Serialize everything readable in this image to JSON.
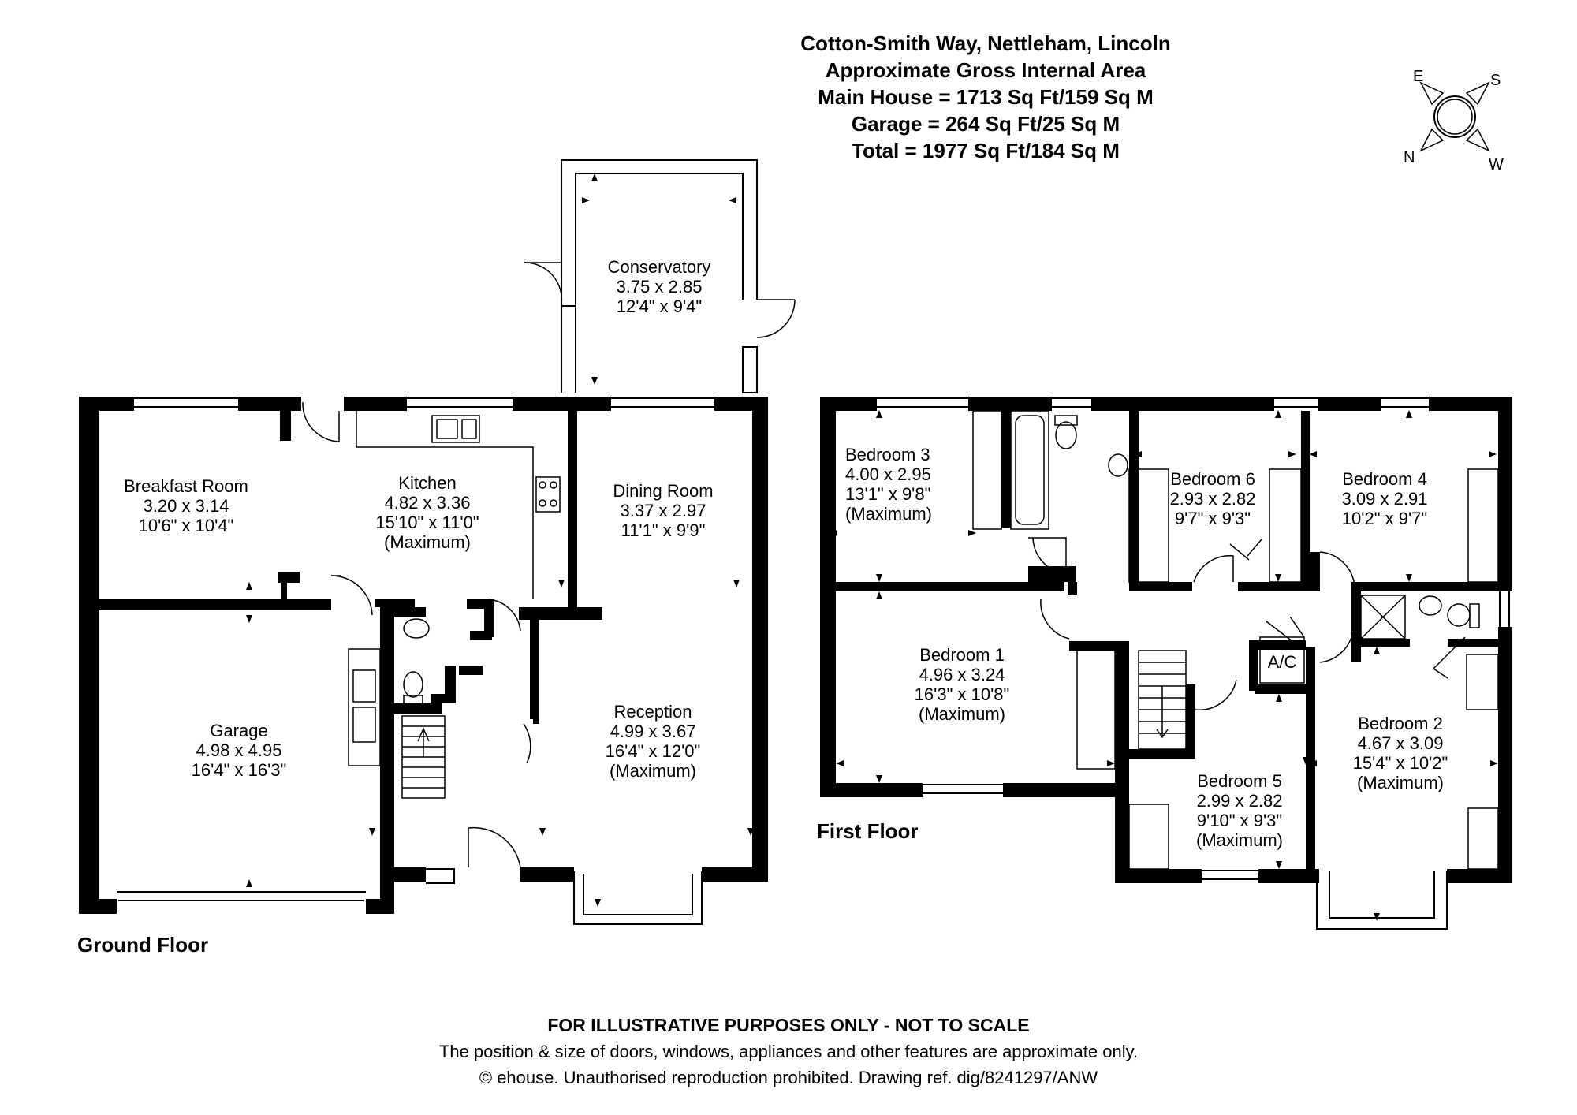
{
  "header": {
    "address": "Cotton-Smith Way, Nettleham, Lincoln",
    "area_heading": "Approximate Gross Internal Area",
    "main_house": "Main House = 1713 Sq Ft/159 Sq M",
    "garage": "Garage = 264 Sq Ft/25 Sq M",
    "total": "Total = 1977 Sq Ft/184 Sq M"
  },
  "compass": {
    "e": "E",
    "s": "S",
    "n": "N",
    "w": "W"
  },
  "floors": {
    "ground": {
      "label": "Ground Floor",
      "rooms": {
        "conservatory": {
          "name": "Conservatory",
          "metric": "3.75 x 2.85",
          "imperial": "12'4\" x 9'4\""
        },
        "breakfast": {
          "name": "Breakfast Room",
          "metric": "3.20 x 3.14",
          "imperial": "10'6\" x 10'4\""
        },
        "kitchen": {
          "name": "Kitchen",
          "metric": "4.82 x 3.36",
          "imperial": "15'10\" x 11'0\"",
          "note": "(Maximum)"
        },
        "dining": {
          "name": "Dining Room",
          "metric": "3.37 x 2.97",
          "imperial": "11'1\" x 9'9\""
        },
        "garage": {
          "name": "Garage",
          "metric": "4.98 x 4.95",
          "imperial": "16'4\" x 16'3\""
        },
        "reception": {
          "name": "Reception",
          "metric": "4.99 x 3.67",
          "imperial": "16'4\" x 12'0\"",
          "note": "(Maximum)"
        }
      }
    },
    "first": {
      "label": "First Floor",
      "rooms": {
        "bed3": {
          "name": "Bedroom 3",
          "metric": "4.00 x 2.95",
          "imperial": "13'1\" x 9'8\"",
          "note": "(Maximum)"
        },
        "bed6": {
          "name": "Bedroom 6",
          "metric": "2.93 x 2.82",
          "imperial": "9'7\" x 9'3\""
        },
        "bed4": {
          "name": "Bedroom 4",
          "metric": "3.09 x 2.91",
          "imperial": "10'2\" x 9'7\""
        },
        "bed1": {
          "name": "Bedroom 1",
          "metric": "4.96 x 3.24",
          "imperial": "16'3\" x 10'8\"",
          "note": "(Maximum)"
        },
        "bed2": {
          "name": "Bedroom 2",
          "metric": "4.67 x 3.09",
          "imperial": "15'4\" x 10'2\"",
          "note": "(Maximum)"
        },
        "bed5": {
          "name": "Bedroom 5",
          "metric": "2.99 x 2.82",
          "imperial": "9'10\" x 9'3\"",
          "note": "(Maximum)"
        },
        "ac": {
          "name": "A/C"
        }
      }
    }
  },
  "footer": {
    "disclaimer": "FOR ILLUSTRATIVE PURPOSES ONLY - NOT TO SCALE",
    "note": "The position & size of doors, windows, appliances and other features are approximate only.",
    "copyright": "© ehouse. Unauthorised reproduction prohibited. Drawing ref. dig/8241297/ANW"
  }
}
